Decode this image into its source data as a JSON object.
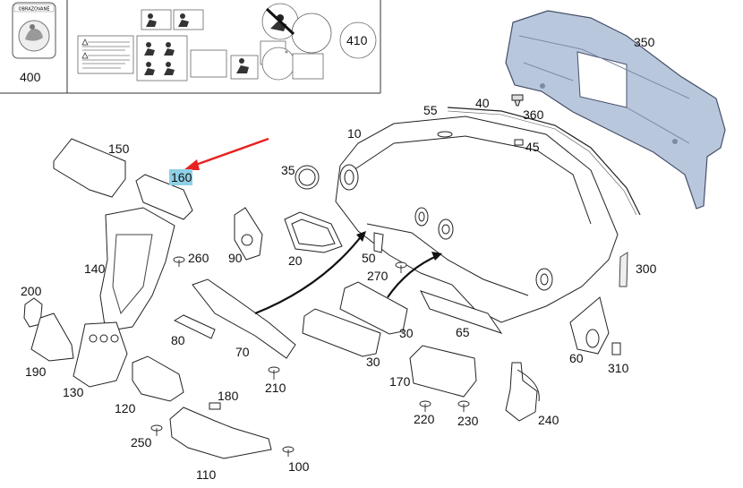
{
  "diagram": {
    "kind": "exploded parts diagram",
    "colors": {
      "pointer_arrow": "#e8211f",
      "highlight": "#8fd0e6",
      "shaded_part": "#b9c7dd",
      "line": "#222222"
    },
    "callouts": [
      {
        "id": "400",
        "text": "400"
      },
      {
        "id": "410",
        "text": "410"
      },
      {
        "id": "350",
        "text": "350"
      },
      {
        "id": "40",
        "text": "40"
      },
      {
        "id": "360",
        "text": "360"
      },
      {
        "id": "55",
        "text": "55"
      },
      {
        "id": "10",
        "text": "10"
      },
      {
        "id": "45",
        "text": "45"
      },
      {
        "id": "150",
        "text": "150"
      },
      {
        "id": "160",
        "text": "160",
        "highlighted": true
      },
      {
        "id": "35",
        "text": "35"
      },
      {
        "id": "140",
        "text": "140"
      },
      {
        "id": "260",
        "text": "260"
      },
      {
        "id": "90",
        "text": "90"
      },
      {
        "id": "20",
        "text": "20"
      },
      {
        "id": "50",
        "text": "50"
      },
      {
        "id": "270",
        "text": "270"
      },
      {
        "id": "300",
        "text": "300"
      },
      {
        "id": "200",
        "text": "200"
      },
      {
        "id": "80",
        "text": "80"
      },
      {
        "id": "30a",
        "text": "30"
      },
      {
        "id": "65",
        "text": "65"
      },
      {
        "id": "70",
        "text": "70"
      },
      {
        "id": "30b",
        "text": "30"
      },
      {
        "id": "190",
        "text": "190"
      },
      {
        "id": "60",
        "text": "60"
      },
      {
        "id": "310",
        "text": "310"
      },
      {
        "id": "130",
        "text": "130"
      },
      {
        "id": "210",
        "text": "210"
      },
      {
        "id": "170",
        "text": "170"
      },
      {
        "id": "120",
        "text": "120"
      },
      {
        "id": "180",
        "text": "180"
      },
      {
        "id": "220",
        "text": "220"
      },
      {
        "id": "230",
        "text": "230"
      },
      {
        "id": "240",
        "text": "240"
      },
      {
        "id": "250",
        "text": "250"
      },
      {
        "id": "100",
        "text": "100"
      },
      {
        "id": "110",
        "text": "110"
      }
    ],
    "label_400_header": "OBRAZOVANÉ"
  }
}
